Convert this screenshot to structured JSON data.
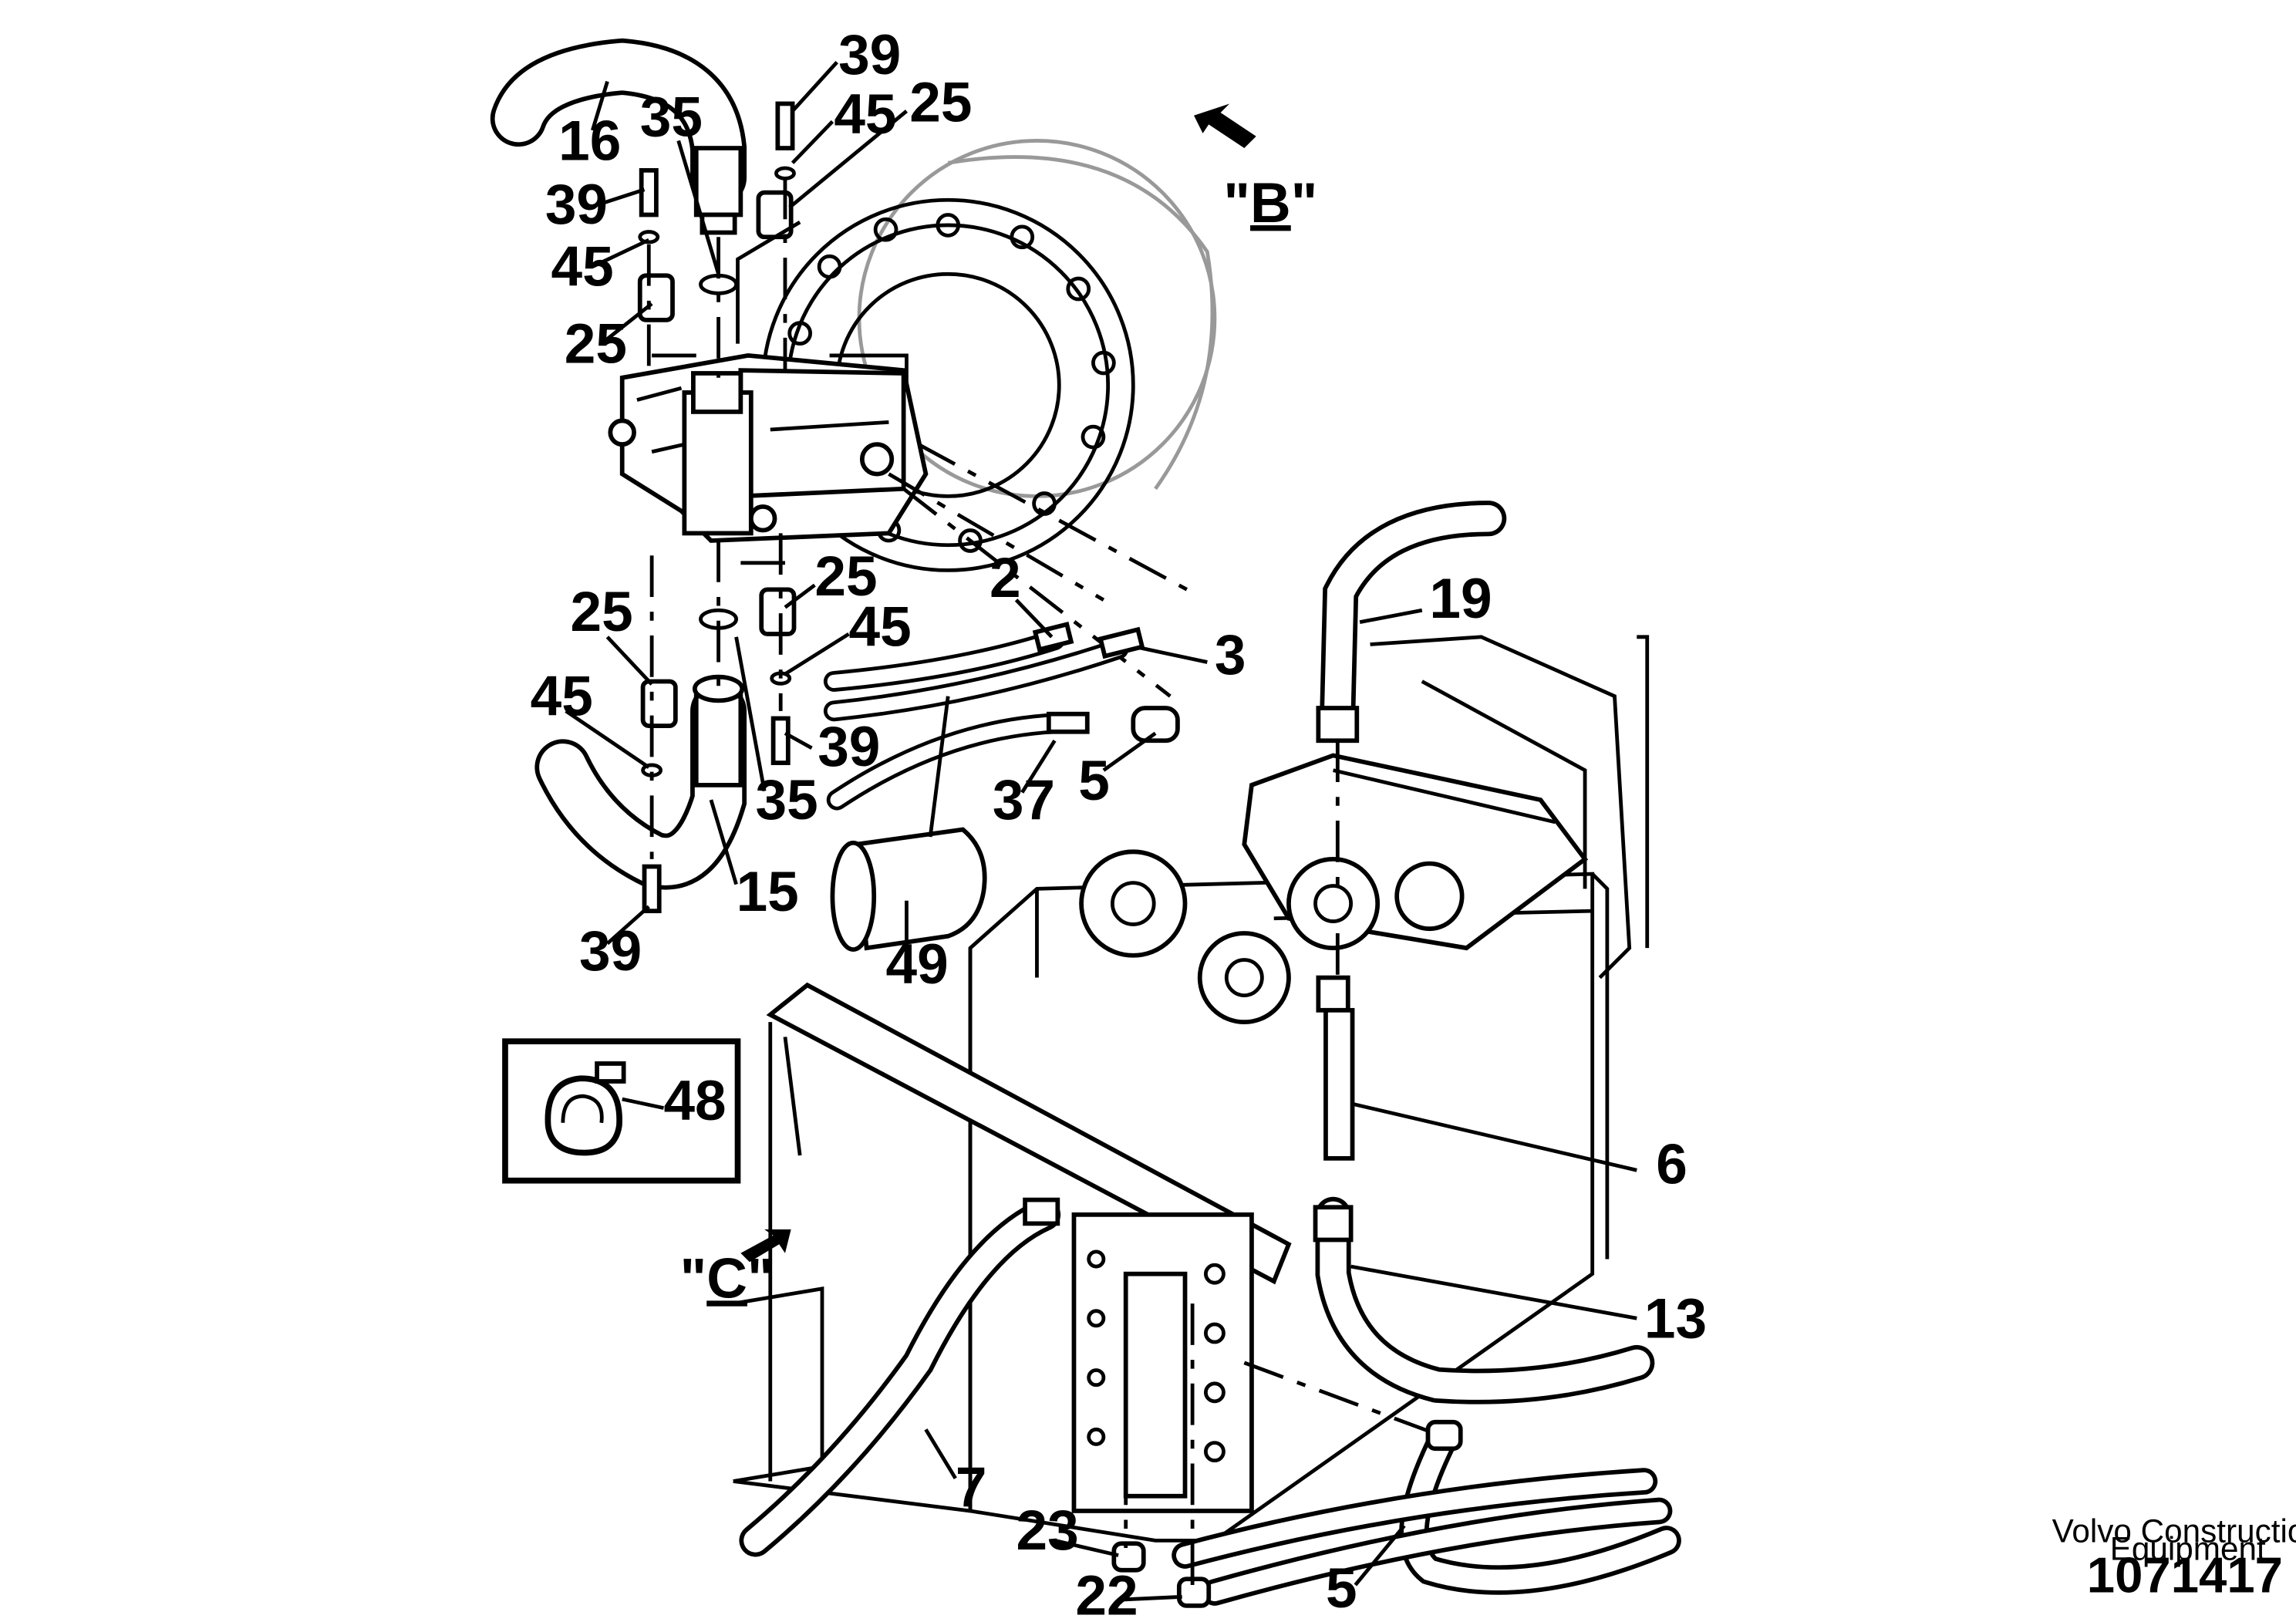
{
  "callouts": [
    {
      "id": "c16a",
      "label": "16"
    },
    {
      "id": "c39a",
      "label": "39"
    },
    {
      "id": "c35a",
      "label": "35"
    },
    {
      "id": "c45a",
      "label": "45"
    },
    {
      "id": "c25a",
      "label": "25"
    },
    {
      "id": "c39b",
      "label": "39"
    },
    {
      "id": "c45b",
      "label": "45"
    },
    {
      "id": "c25b",
      "label": "25"
    },
    {
      "id": "c25c",
      "label": "25"
    },
    {
      "id": "c2",
      "label": "2"
    },
    {
      "id": "c3",
      "label": "3"
    },
    {
      "id": "c25d",
      "label": "25"
    },
    {
      "id": "c45c",
      "label": "45"
    },
    {
      "id": "c45d",
      "label": "45"
    },
    {
      "id": "c39c",
      "label": "39"
    },
    {
      "id": "c35b",
      "label": "35"
    },
    {
      "id": "c37",
      "label": "37"
    },
    {
      "id": "c5a",
      "label": "5"
    },
    {
      "id": "c15",
      "label": "15"
    },
    {
      "id": "c39d",
      "label": "39"
    },
    {
      "id": "c49",
      "label": "49"
    },
    {
      "id": "c19",
      "label": "19"
    },
    {
      "id": "c48",
      "label": "48"
    },
    {
      "id": "c6",
      "label": "6"
    },
    {
      "id": "c13",
      "label": "13"
    },
    {
      "id": "c7",
      "label": "7"
    },
    {
      "id": "c23",
      "label": "23"
    },
    {
      "id": "c22",
      "label": "22"
    },
    {
      "id": "c5b",
      "label": "5"
    }
  ],
  "views": {
    "b": {
      "prefix": "\"",
      "letter": "B",
      "suffix": "\""
    },
    "c": {
      "prefix": "\"",
      "letter": "C",
      "suffix": "\""
    }
  },
  "footer": {
    "brand_line1": "Volvo Construction",
    "brand_line2": "Equipment",
    "doc_number": "1071417"
  }
}
